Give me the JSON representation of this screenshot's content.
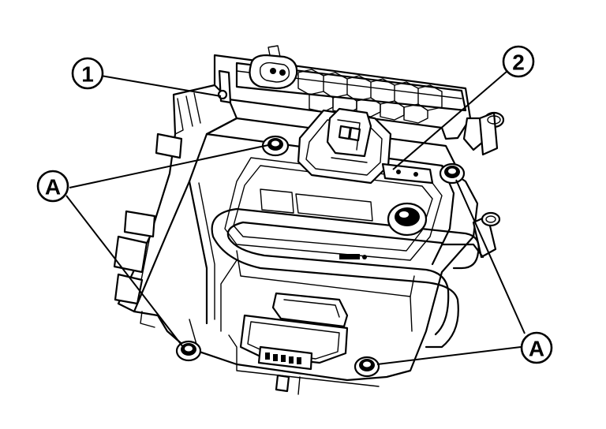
{
  "callouts": {
    "part_1": "1",
    "part_2": "2",
    "bolt_left": "A",
    "bolt_right": "A"
  },
  "icons": [
    "assembly-illustration"
  ]
}
